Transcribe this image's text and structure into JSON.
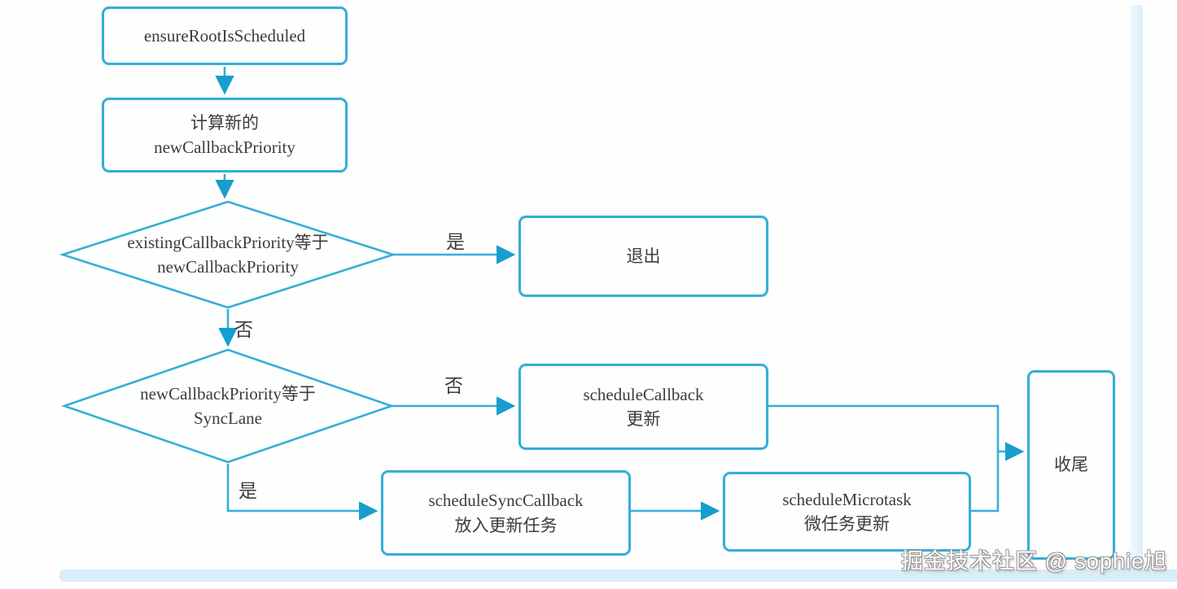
{
  "diagram": {
    "nodes": {
      "ensure_root": {
        "line1": "ensureRootIsScheduled"
      },
      "calc_new": {
        "line1": "计算新的",
        "line2": "newCallbackPriority"
      },
      "decision_existing": {
        "line1": "existingCallbackPriority等于",
        "line2": "newCallbackPriority"
      },
      "exit": {
        "line1": "退出"
      },
      "decision_synclane": {
        "line1": "newCallbackPriority等于",
        "line2": "SyncLane"
      },
      "schedule_callback": {
        "line1": "scheduleCallback",
        "line2": "更新"
      },
      "schedule_sync_callback": {
        "line1": "scheduleSyncCallback",
        "line2": "放入更新任务"
      },
      "schedule_microtask": {
        "line1": "scheduleMicrotask",
        "line2": "微任务更新"
      },
      "finish": {
        "line1": "收尾"
      }
    },
    "edge_labels": {
      "existing_yes": "是",
      "existing_no": "否",
      "synclane_no": "否",
      "synclane_yes": "是"
    },
    "colors": {
      "line": "#36aed6",
      "arrow": "#189dcf",
      "text": "#3c3c3c",
      "band": "#d9edf9"
    }
  },
  "watermark": {
    "text": "掘金技术社区 @ sophie旭"
  }
}
